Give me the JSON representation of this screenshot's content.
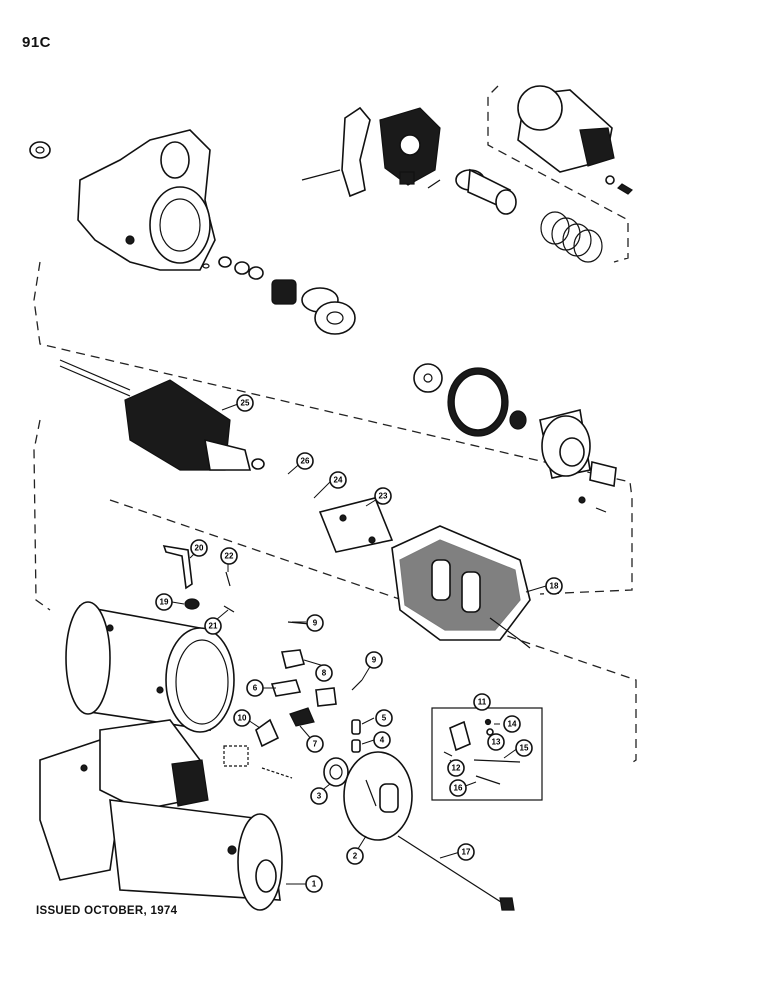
{
  "header": {
    "page_number": "91C"
  },
  "footer": {
    "issued": "ISSUED OCTOBER, 1974"
  },
  "callouts": [
    {
      "id": "callout-25",
      "label": "25"
    },
    {
      "id": "callout-26",
      "label": "26"
    },
    {
      "id": "callout-24",
      "label": "24"
    },
    {
      "id": "callout-23",
      "label": "23"
    },
    {
      "id": "callout-18",
      "label": "18"
    },
    {
      "id": "callout-20",
      "label": "20"
    },
    {
      "id": "callout-22",
      "label": "22"
    },
    {
      "id": "callout-19",
      "label": "19"
    },
    {
      "id": "callout-21",
      "label": "21"
    },
    {
      "id": "callout-9a",
      "label": "9"
    },
    {
      "id": "callout-8",
      "label": "8"
    },
    {
      "id": "callout-9b",
      "label": "9"
    },
    {
      "id": "callout-6",
      "label": "6"
    },
    {
      "id": "callout-10",
      "label": "10"
    },
    {
      "id": "callout-7",
      "label": "7"
    },
    {
      "id": "callout-5",
      "label": "5"
    },
    {
      "id": "callout-4",
      "label": "4"
    },
    {
      "id": "callout-3",
      "label": "3"
    },
    {
      "id": "callout-2",
      "label": "2"
    },
    {
      "id": "callout-1",
      "label": "1"
    },
    {
      "id": "callout-11",
      "label": "11"
    },
    {
      "id": "callout-14",
      "label": "14"
    },
    {
      "id": "callout-13",
      "label": "13"
    },
    {
      "id": "callout-15",
      "label": "15"
    },
    {
      "id": "callout-12",
      "label": "12"
    },
    {
      "id": "callout-16",
      "label": "16"
    },
    {
      "id": "callout-17",
      "label": "17"
    }
  ]
}
